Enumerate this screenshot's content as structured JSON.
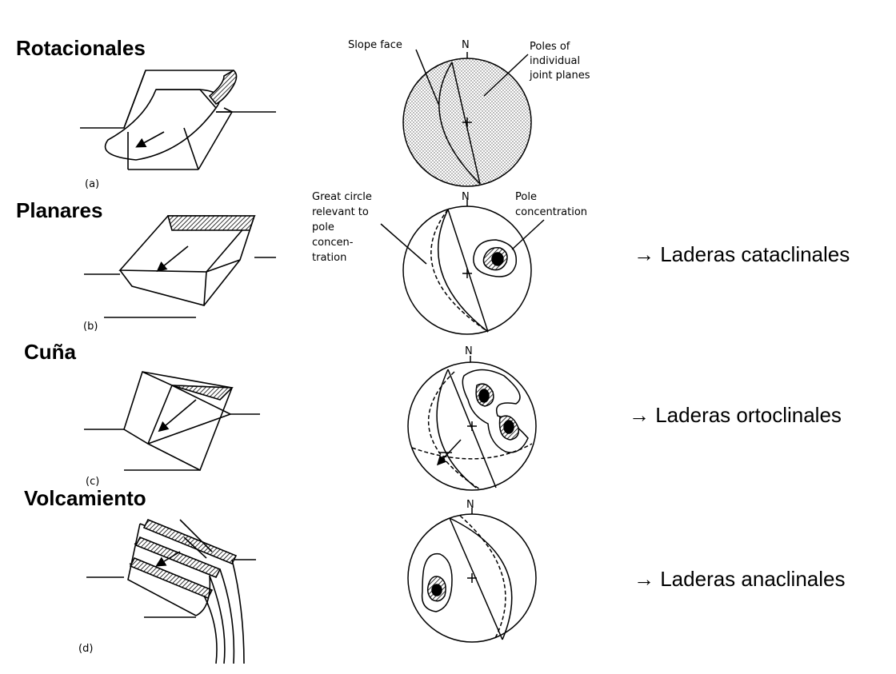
{
  "sections": [
    {
      "title": "Rotacionales",
      "panel": "(a)",
      "relation": ""
    },
    {
      "title": "Planares",
      "panel": "(b)",
      "relation": "→ Laderas cataclinales"
    },
    {
      "title": "Cuña",
      "panel": "(c)",
      "relation": "→ Laderas ortoclinales"
    },
    {
      "title": "Volcamiento",
      "panel": "(d)",
      "relation": "→ Laderas anaclinales"
    }
  ],
  "stereonet_labels": {
    "north": "N",
    "slope_face": "Slope face",
    "poles_line1": "Poles of",
    "poles_line2": "individual",
    "poles_line3": "joint planes",
    "great_circle_line1": "Great circle",
    "great_circle_line2": "relevant to",
    "great_circle_line3": "pole",
    "great_circle_line4": "concen-",
    "great_circle_line5": "tration",
    "pole_conc_line1": "Pole",
    "pole_conc_line2": "concentration"
  }
}
